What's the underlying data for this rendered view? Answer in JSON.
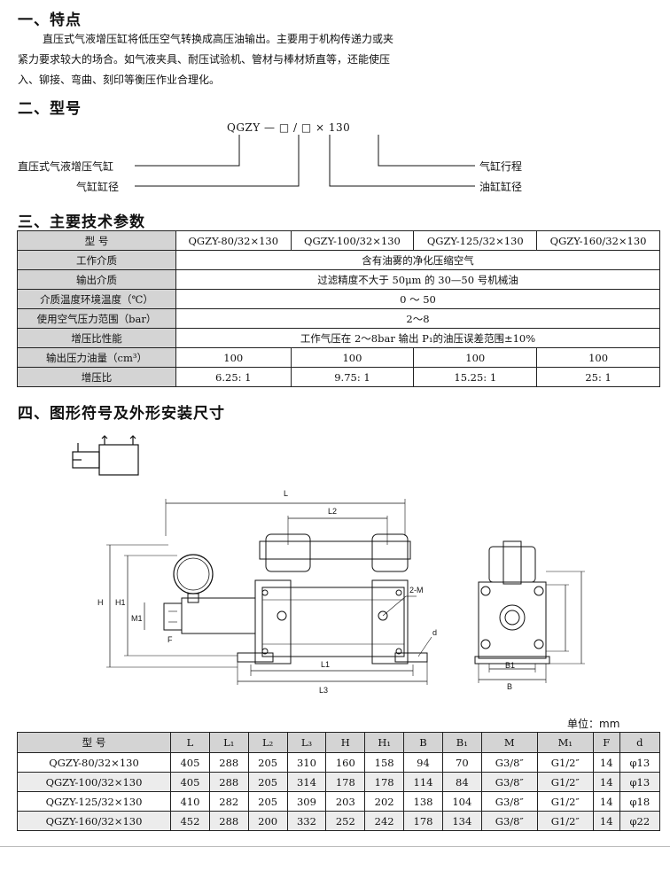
{
  "sections": {
    "s1": "一、特点",
    "s2": "二、型号",
    "s3": "三、主要技术参数",
    "s4": "四、图形符号及外形安装尺寸"
  },
  "intro": {
    "line1": "直压式气液增压缸将低压空气转换成高压油输出。主要用于机构传递力或夹",
    "line2": "紧力要求较大的场合。如气液夹具、耐压试验机、管材与棒材矫直等，还能使压",
    "line3": "入、铆接、弯曲、刻印等衡压作业合理化。"
  },
  "model_code": {
    "text": "QGZY  —  □ / □  ×  130",
    "left1": "直压式气液增压气缸",
    "left2": "气缸缸径",
    "right1": "气缸行程",
    "right2": "油缸缸径"
  },
  "params": {
    "rows": [
      {
        "label": "型  号",
        "cells": [
          "QGZY-80/32×130",
          "QGZY-100/32×130",
          "QGZY-125/32×130",
          "QGZY-160/32×130"
        ]
      },
      {
        "label": "工作介质",
        "span": "含有油雾的净化压缩空气"
      },
      {
        "label": "输出介质",
        "span": "过滤精度不大于 50μm 的 30—50 号机械油"
      },
      {
        "label": "介质温度环境温度（℃）",
        "span": "0  ～  50"
      },
      {
        "label": "使用空气压力范围（bar）",
        "span": "2～8"
      },
      {
        "label": "增压比性能",
        "span": "工作气压在 2～8bar 输出 P₁的油压误差范围±10%"
      },
      {
        "label": "输出压力油量（cm³）",
        "cells": [
          "100",
          "100",
          "100",
          "100"
        ]
      },
      {
        "label": "增压比",
        "cells": [
          "6.25: 1",
          "9.75: 1",
          "15.25: 1",
          "25: 1"
        ]
      }
    ]
  },
  "drawing_labels": {
    "L": "L",
    "L2": "L2",
    "L1": "L1",
    "L3": "L3",
    "H": "H",
    "H1": "H1",
    "M1": "M1",
    "F": "F",
    "twoM": "2-M",
    "d": "d",
    "B1": "B1",
    "B": "B"
  },
  "unit": "单位：mm",
  "dims": {
    "headers": [
      "型  号",
      "L",
      "L₁",
      "L₂",
      "L₃",
      "H",
      "H₁",
      "B",
      "B₁",
      "M",
      "M₁",
      "F",
      "d"
    ],
    "rows": [
      [
        "QGZY-80/32×130",
        "405",
        "288",
        "205",
        "310",
        "160",
        "158",
        "94",
        "70",
        "G3/8″",
        "G1/2″",
        "14",
        "φ13"
      ],
      [
        "QGZY-100/32×130",
        "405",
        "288",
        "205",
        "314",
        "178",
        "178",
        "114",
        "84",
        "G3/8″",
        "G1/2″",
        "14",
        "φ13"
      ],
      [
        "QGZY-125/32×130",
        "410",
        "282",
        "205",
        "309",
        "203",
        "202",
        "138",
        "104",
        "G3/8″",
        "G1/2″",
        "14",
        "φ18"
      ],
      [
        "QGZY-160/32×130",
        "452",
        "288",
        "200",
        "332",
        "252",
        "242",
        "178",
        "134",
        "G3/8″",
        "G1/2″",
        "14",
        "φ22"
      ]
    ]
  }
}
